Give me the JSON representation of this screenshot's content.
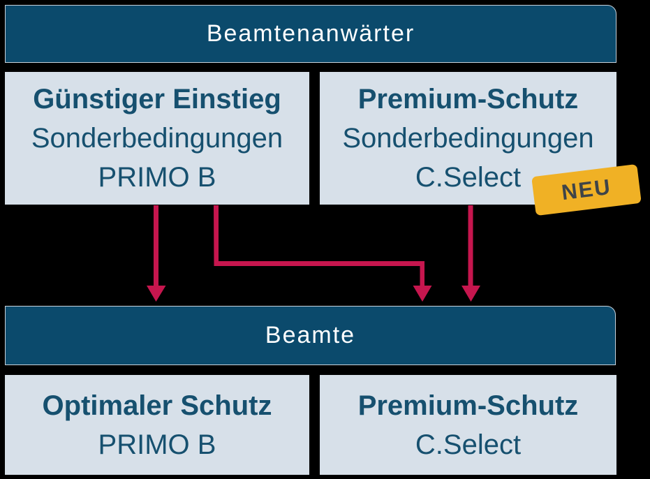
{
  "colors": {
    "background": "#000000",
    "banner_fill": "#0b4a6c",
    "banner_border": "#c8d2db",
    "banner_text": "#ffffff",
    "box_fill": "#d7e0e9",
    "box_text": "#16506f",
    "arrow": "#c6164e",
    "badge_fill": "#f0b125",
    "badge_text": "#3f4448"
  },
  "banners": {
    "top": {
      "label": "Beamtenanwärter"
    },
    "middle": {
      "label": "Beamte"
    }
  },
  "anwaerter_row": {
    "left": {
      "title": "Günstiger Einstieg",
      "line1": "Sonderbedingungen",
      "line2": "PRIMO B"
    },
    "right": {
      "title": "Premium-Schutz",
      "line1": "Sonderbedingungen",
      "line2": "C.Select",
      "badge_label": "NEU"
    }
  },
  "beamte_row": {
    "left": {
      "title": "Optimaler Schutz",
      "line1": "PRIMO B"
    },
    "right": {
      "title": "Premium-Schutz",
      "line1": "C.Select"
    }
  }
}
